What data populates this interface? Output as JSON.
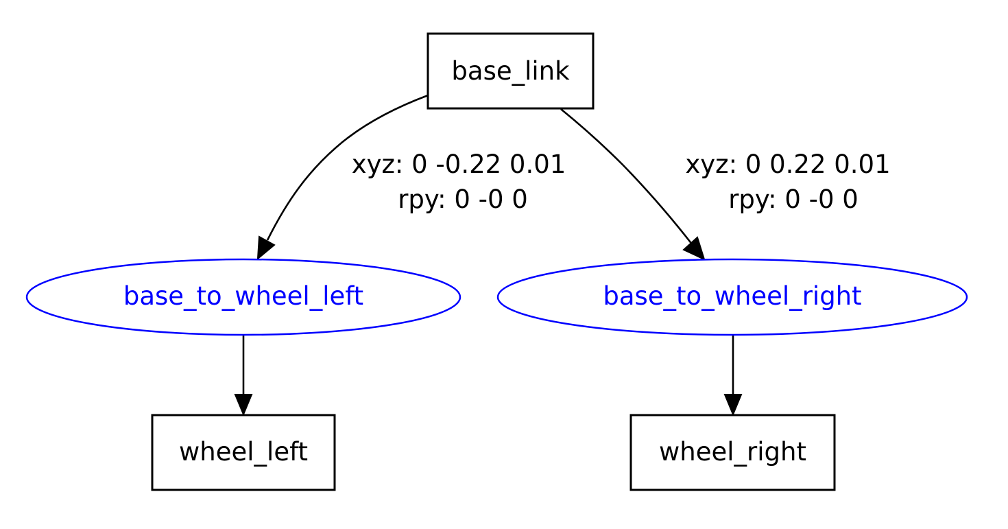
{
  "graph": {
    "links": {
      "base_link": "base_link",
      "wheel_left": "wheel_left",
      "wheel_right": "wheel_right"
    },
    "joints": {
      "left": {
        "name": "base_to_wheel_left",
        "xyz": "xyz: 0 -0.22 0.01",
        "rpy": "rpy: 0 -0 0"
      },
      "right": {
        "name": "base_to_wheel_right",
        "xyz": "xyz: 0 0.22 0.01",
        "rpy": "rpy: 0 -0 0"
      }
    }
  },
  "colors": {
    "link_stroke": "#000000",
    "joint_stroke": "#0000ff",
    "joint_text": "#0000ff",
    "edge": "#000000"
  }
}
